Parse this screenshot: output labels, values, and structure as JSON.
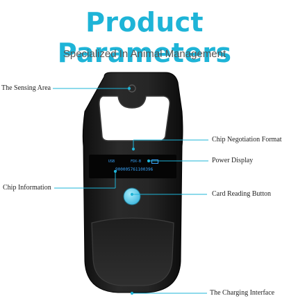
{
  "header": {
    "title": "Product Parameters",
    "subtitle": "Specialized In Animal Management"
  },
  "callouts": {
    "sensing_area": "The Sensing Area",
    "chip_negotiation_format": "Chip Negotiation Format",
    "power_display": "Power Display",
    "chip_information": "Chip Information",
    "card_reading_button": "Card Reading Button",
    "charging_interface": "The Charging Interface"
  },
  "screen": {
    "format": "USB",
    "mode": "FDX-B",
    "chip_id": "900005761100396"
  },
  "colors": {
    "accent": "#1eb4d7",
    "device_body": "#1a1a1a",
    "screen_text": "#3aa7ff",
    "button": "#6fd3ef"
  }
}
